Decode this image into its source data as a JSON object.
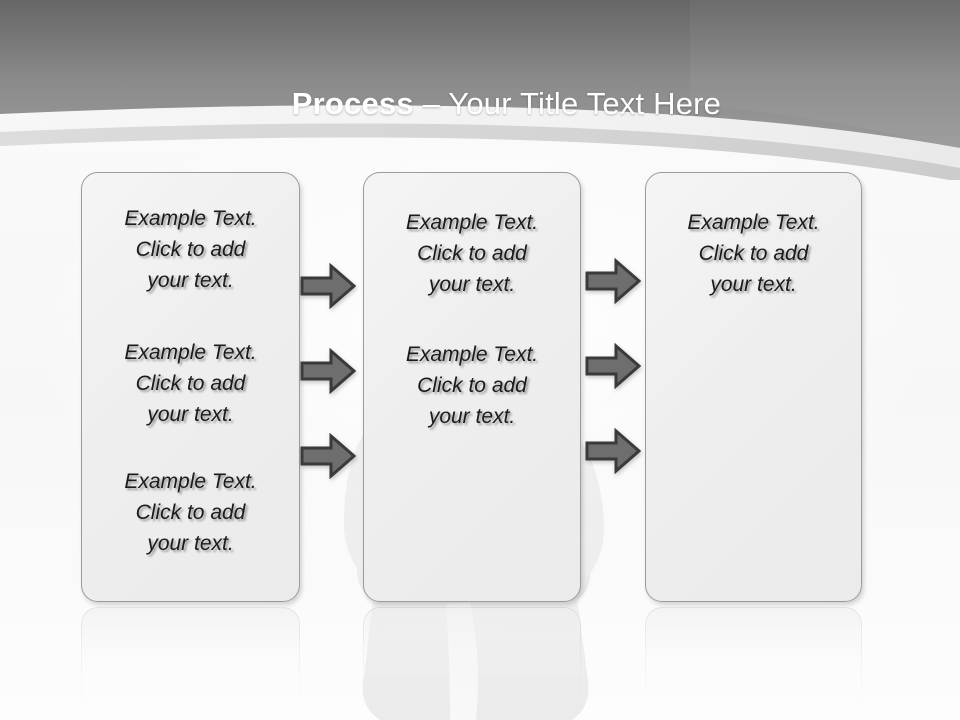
{
  "slide": {
    "title": {
      "strong": "Process",
      "rest": " – Your Title Text Here"
    },
    "theme": {
      "header_dark": "#6a6a6a",
      "header_light": "#959595",
      "band_light_gray": "#d8d8d8",
      "band_white": "#f7f7f7",
      "box_border": "#9b9b9b",
      "box_fill": "#efefef",
      "arrow_fill": "#6e6e6e",
      "arrow_outline": "#3a3a3a",
      "text_color": "#1b1b1b",
      "title_color": "#ffffff"
    },
    "boxes": [
      {
        "name": "box-1",
        "blocks": [
          "Example Text.\nClick  to add\nyour text.",
          "Example Text.\nClick  to add\nyour text.",
          "Example Text.\nClick  to add\nyour text."
        ]
      },
      {
        "name": "box-2",
        "blocks": [
          "Example Text.\nClick  to add\nyour text.",
          "Example Text.\nClick  to add\nyour text."
        ]
      },
      {
        "name": "box-3",
        "blocks": [
          "Example Text.\nClick  to add\nyour text."
        ]
      }
    ],
    "arrows": [
      {
        "name": "arrow-left-1",
        "icon": "arrow-right-icon"
      },
      {
        "name": "arrow-left-2",
        "icon": "arrow-right-icon"
      },
      {
        "name": "arrow-left-3",
        "icon": "arrow-right-icon"
      },
      {
        "name": "arrow-right-1",
        "icon": "arrow-right-icon"
      },
      {
        "name": "arrow-right-2",
        "icon": "arrow-right-icon"
      },
      {
        "name": "arrow-right-3",
        "icon": "arrow-right-icon"
      }
    ],
    "background": {
      "figure_icon": "person-silhouette-icon"
    }
  }
}
